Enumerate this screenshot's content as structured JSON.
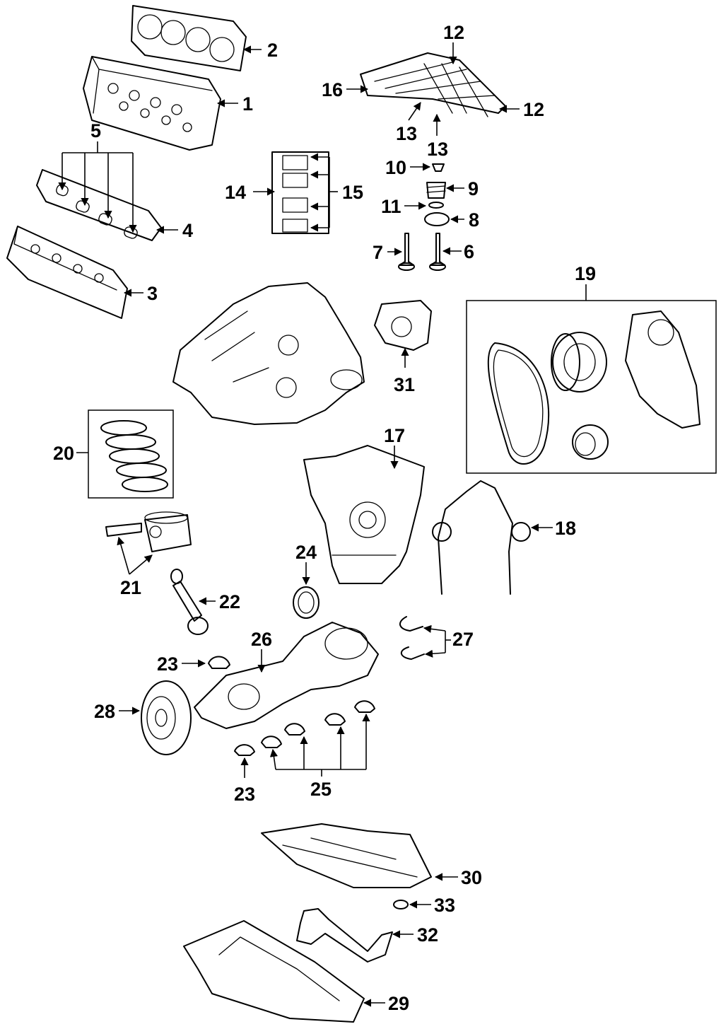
{
  "callouts": {
    "c1": "1",
    "c2": "2",
    "c3": "3",
    "c4": "4",
    "c5": "5",
    "c6": "6",
    "c7": "7",
    "c8": "8",
    "c9": "9",
    "c10": "10",
    "c11": "11",
    "c12a": "12",
    "c12b": "12",
    "c13a": "13",
    "c13b": "13",
    "c14": "14",
    "c15": "15",
    "c16": "16",
    "c17": "17",
    "c18": "18",
    "c19": "19",
    "c20": "20",
    "c21": "21",
    "c22": "22",
    "c23a": "23",
    "c23b": "23",
    "c24": "24",
    "c25": "25",
    "c26": "26",
    "c27": "27",
    "c28": "28",
    "c29": "29",
    "c30": "30",
    "c31": "31",
    "c32": "32",
    "c33": "33"
  }
}
